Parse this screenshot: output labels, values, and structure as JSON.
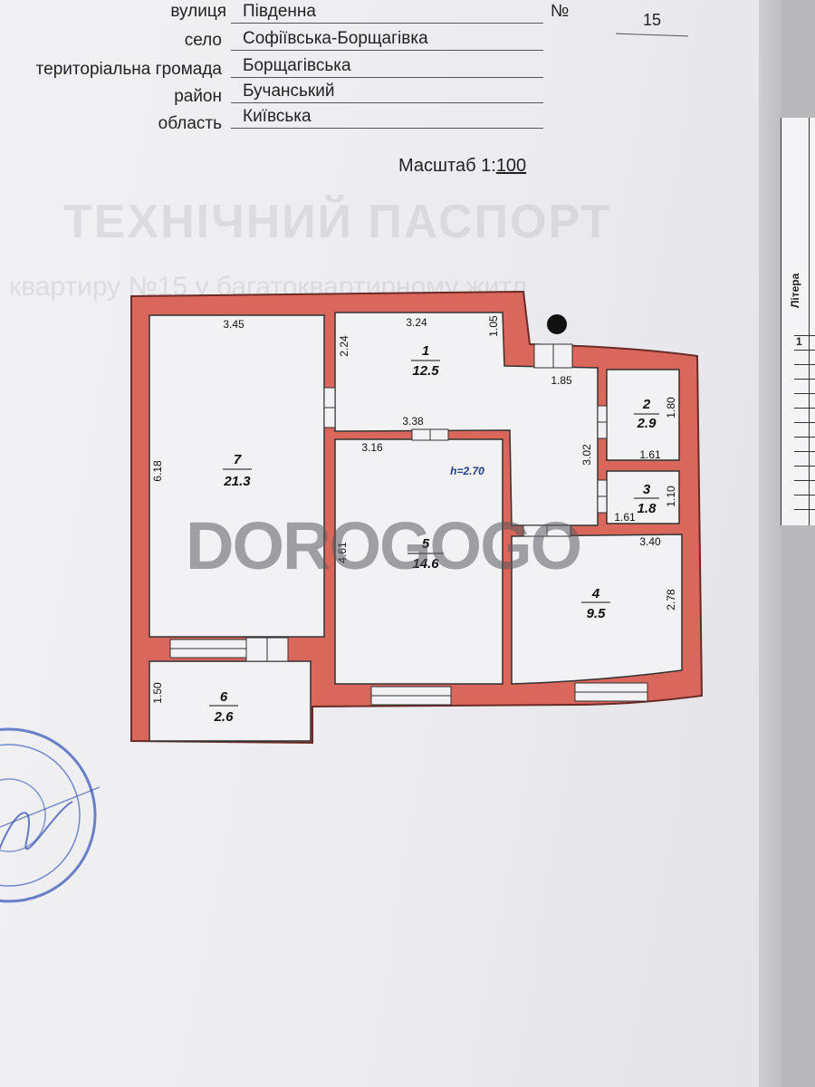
{
  "address": {
    "street_label": "вулиця",
    "street_value": "Південна",
    "number_label": "№",
    "number_value": "15",
    "village_label": "село",
    "village_value": "Софіївська-Борщагівка",
    "community_label": "територіальна громада",
    "community_value": "Борщагівська",
    "district_label": "район",
    "district_value": "Бучанський",
    "region_label": "область",
    "region_value": "Київська"
  },
  "scale": {
    "label": "Масштаб 1:",
    "value": "100"
  },
  "background_text": {
    "title": "ТЕХНІЧНИЙ ПАСПОРТ",
    "subtitle": "квартиру №15 у багатоквартирному житл"
  },
  "side_table": {
    "header": "Літера",
    "row_number": "1"
  },
  "watermark": "DOROGOGO",
  "plan": {
    "wall_color": "#d9675c",
    "rooms": [
      {
        "id": "room-1",
        "number": "1",
        "area": "12.5"
      },
      {
        "id": "room-2",
        "number": "2",
        "area": "2.9"
      },
      {
        "id": "room-3",
        "number": "3",
        "area": "1.8"
      },
      {
        "id": "room-4",
        "number": "4",
        "area": "9.5"
      },
      {
        "id": "room-5",
        "number": "5",
        "area": "14.6"
      },
      {
        "id": "room-6",
        "number": "6",
        "area": "2.6"
      },
      {
        "id": "room-7",
        "number": "7",
        "area": "21.3"
      }
    ],
    "dimensions": {
      "r7_width": "3.45",
      "r7_height": "6.18",
      "r1_width": "3.24",
      "r1_height": "2.24",
      "r1_recess": "1.05",
      "corridor_width": "1.85",
      "corridor_height": "3.02",
      "r5_top": "3.38",
      "r5_width": "3.16",
      "r5_height": "4.61",
      "ceiling": "h=2.70",
      "r2_height": "1.80",
      "r2_width": "1.61",
      "r3_height": "1.10",
      "r3_width": "1.61",
      "r4_width": "3.40",
      "r4_height": "2.78",
      "r6_height": "1.50"
    }
  }
}
